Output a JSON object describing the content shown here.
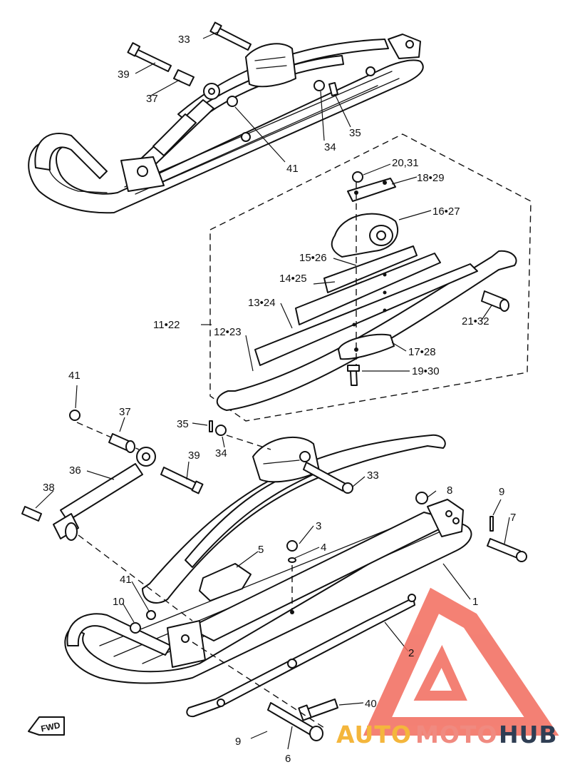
{
  "diagram": {
    "callouts": [
      {
        "id": "c33a",
        "text": "33"
      },
      {
        "id": "c39a",
        "text": "39"
      },
      {
        "id": "c37a",
        "text": "37"
      },
      {
        "id": "c41a",
        "text": "41"
      },
      {
        "id": "c34a",
        "text": "34"
      },
      {
        "id": "c35a",
        "text": "35"
      },
      {
        "id": "c2031",
        "text": "20,31"
      },
      {
        "id": "c1829",
        "text": "18•29"
      },
      {
        "id": "c1627",
        "text": "16•27"
      },
      {
        "id": "c1526",
        "text": "15•26"
      },
      {
        "id": "c1425",
        "text": "14•25"
      },
      {
        "id": "c1324",
        "text": "13•24"
      },
      {
        "id": "c1122",
        "text": "11•22"
      },
      {
        "id": "c1223",
        "text": "12•23"
      },
      {
        "id": "c2132",
        "text": "21•32"
      },
      {
        "id": "c1728",
        "text": "17•28"
      },
      {
        "id": "c1930",
        "text": "19•30"
      },
      {
        "id": "c41b",
        "text": "41"
      },
      {
        "id": "c37b",
        "text": "37"
      },
      {
        "id": "c35b",
        "text": "35"
      },
      {
        "id": "c34b",
        "text": "34"
      },
      {
        "id": "c39b",
        "text": "39"
      },
      {
        "id": "c36",
        "text": "36"
      },
      {
        "id": "c33b",
        "text": "33"
      },
      {
        "id": "c38",
        "text": "38"
      },
      {
        "id": "c8",
        "text": "8"
      },
      {
        "id": "c9a",
        "text": "9"
      },
      {
        "id": "c7",
        "text": "7"
      },
      {
        "id": "c3",
        "text": "3"
      },
      {
        "id": "c4",
        "text": "4"
      },
      {
        "id": "c5",
        "text": "5"
      },
      {
        "id": "c1",
        "text": "1"
      },
      {
        "id": "c41c",
        "text": "41"
      },
      {
        "id": "c10",
        "text": "10"
      },
      {
        "id": "c2",
        "text": "2"
      },
      {
        "id": "c40",
        "text": "40"
      },
      {
        "id": "c9b",
        "text": "9"
      },
      {
        "id": "c6",
        "text": "6"
      }
    ],
    "fwd_label": "FWD"
  },
  "watermark": {
    "part1": "AUTO",
    "part2": "MOTO",
    "part3": "HUB",
    "colors": {
      "yellow": "#f4b63c",
      "red": "#f08a80",
      "navy": "#2f3e54"
    }
  }
}
